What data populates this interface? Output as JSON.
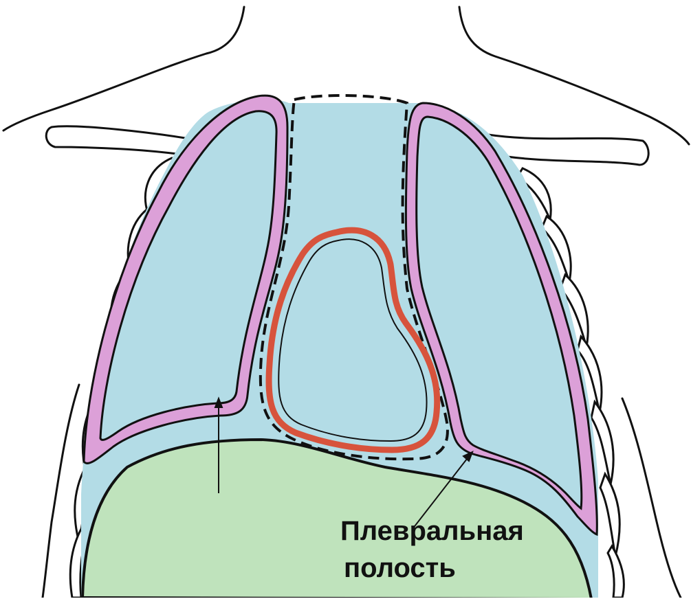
{
  "diagram": {
    "label_line1": "Плевральная",
    "label_line2": "полость",
    "colors": {
      "cavity_fill": "#b3dce6",
      "pleura_fill": "#dca0d8",
      "heart_ring": "#d7533c",
      "diaphragm_fill": "#bfe3bc",
      "outline": "#111111",
      "background": "#ffffff"
    },
    "parts": [
      "neck",
      "shoulders",
      "clavicles",
      "ribs",
      "right-lung",
      "left-lung",
      "mediastinum",
      "heart",
      "diaphragm",
      "pleural-cavity-pointer"
    ]
  }
}
